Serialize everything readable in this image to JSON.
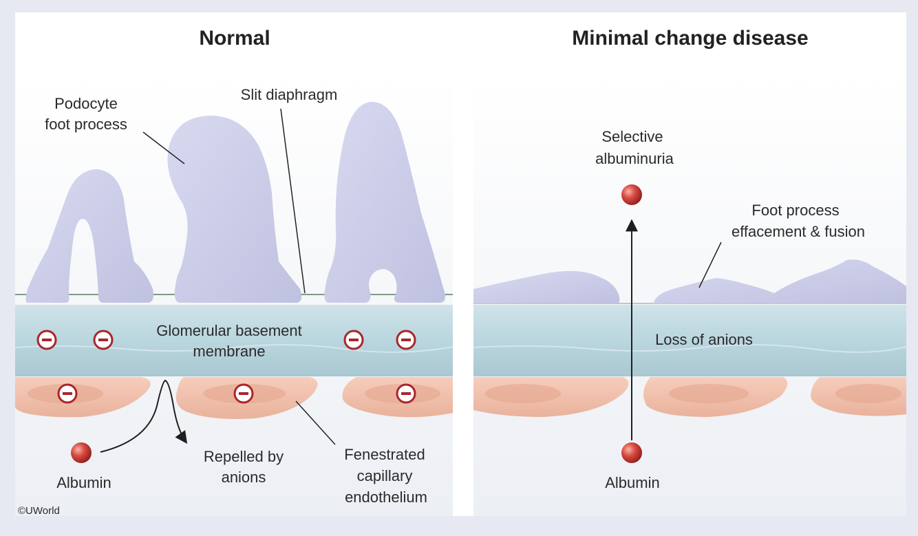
{
  "panels": {
    "normal": {
      "title": "Normal",
      "labels": {
        "podocyte_1": "Podocyte",
        "podocyte_2": "foot process",
        "slit": "Slit diaphragm",
        "gbm_1": "Glomerular basement",
        "gbm_2": "membrane",
        "albumin": "Albumin",
        "repelled_1": "Repelled by",
        "repelled_2": "anions",
        "fen_1": "Fenestrated",
        "fen_2": "capillary",
        "fen_3": "endothelium"
      }
    },
    "mcd": {
      "title": "Minimal change disease",
      "labels": {
        "selective_1": "Selective",
        "selective_2": "albuminuria",
        "effacement_1": "Foot process",
        "effacement_2": "effacement & fusion",
        "loss": "Loss of anions",
        "albumin": "Albumin"
      }
    }
  },
  "anion_symbol": "−",
  "copyright": "©UWorld",
  "colors": {
    "podocyte": "#c9cbe6",
    "gbm": "#bcd7df",
    "endothelium": "#f1c2ae",
    "albumin": "#c93a36",
    "anion_ring": "#a8262a"
  }
}
